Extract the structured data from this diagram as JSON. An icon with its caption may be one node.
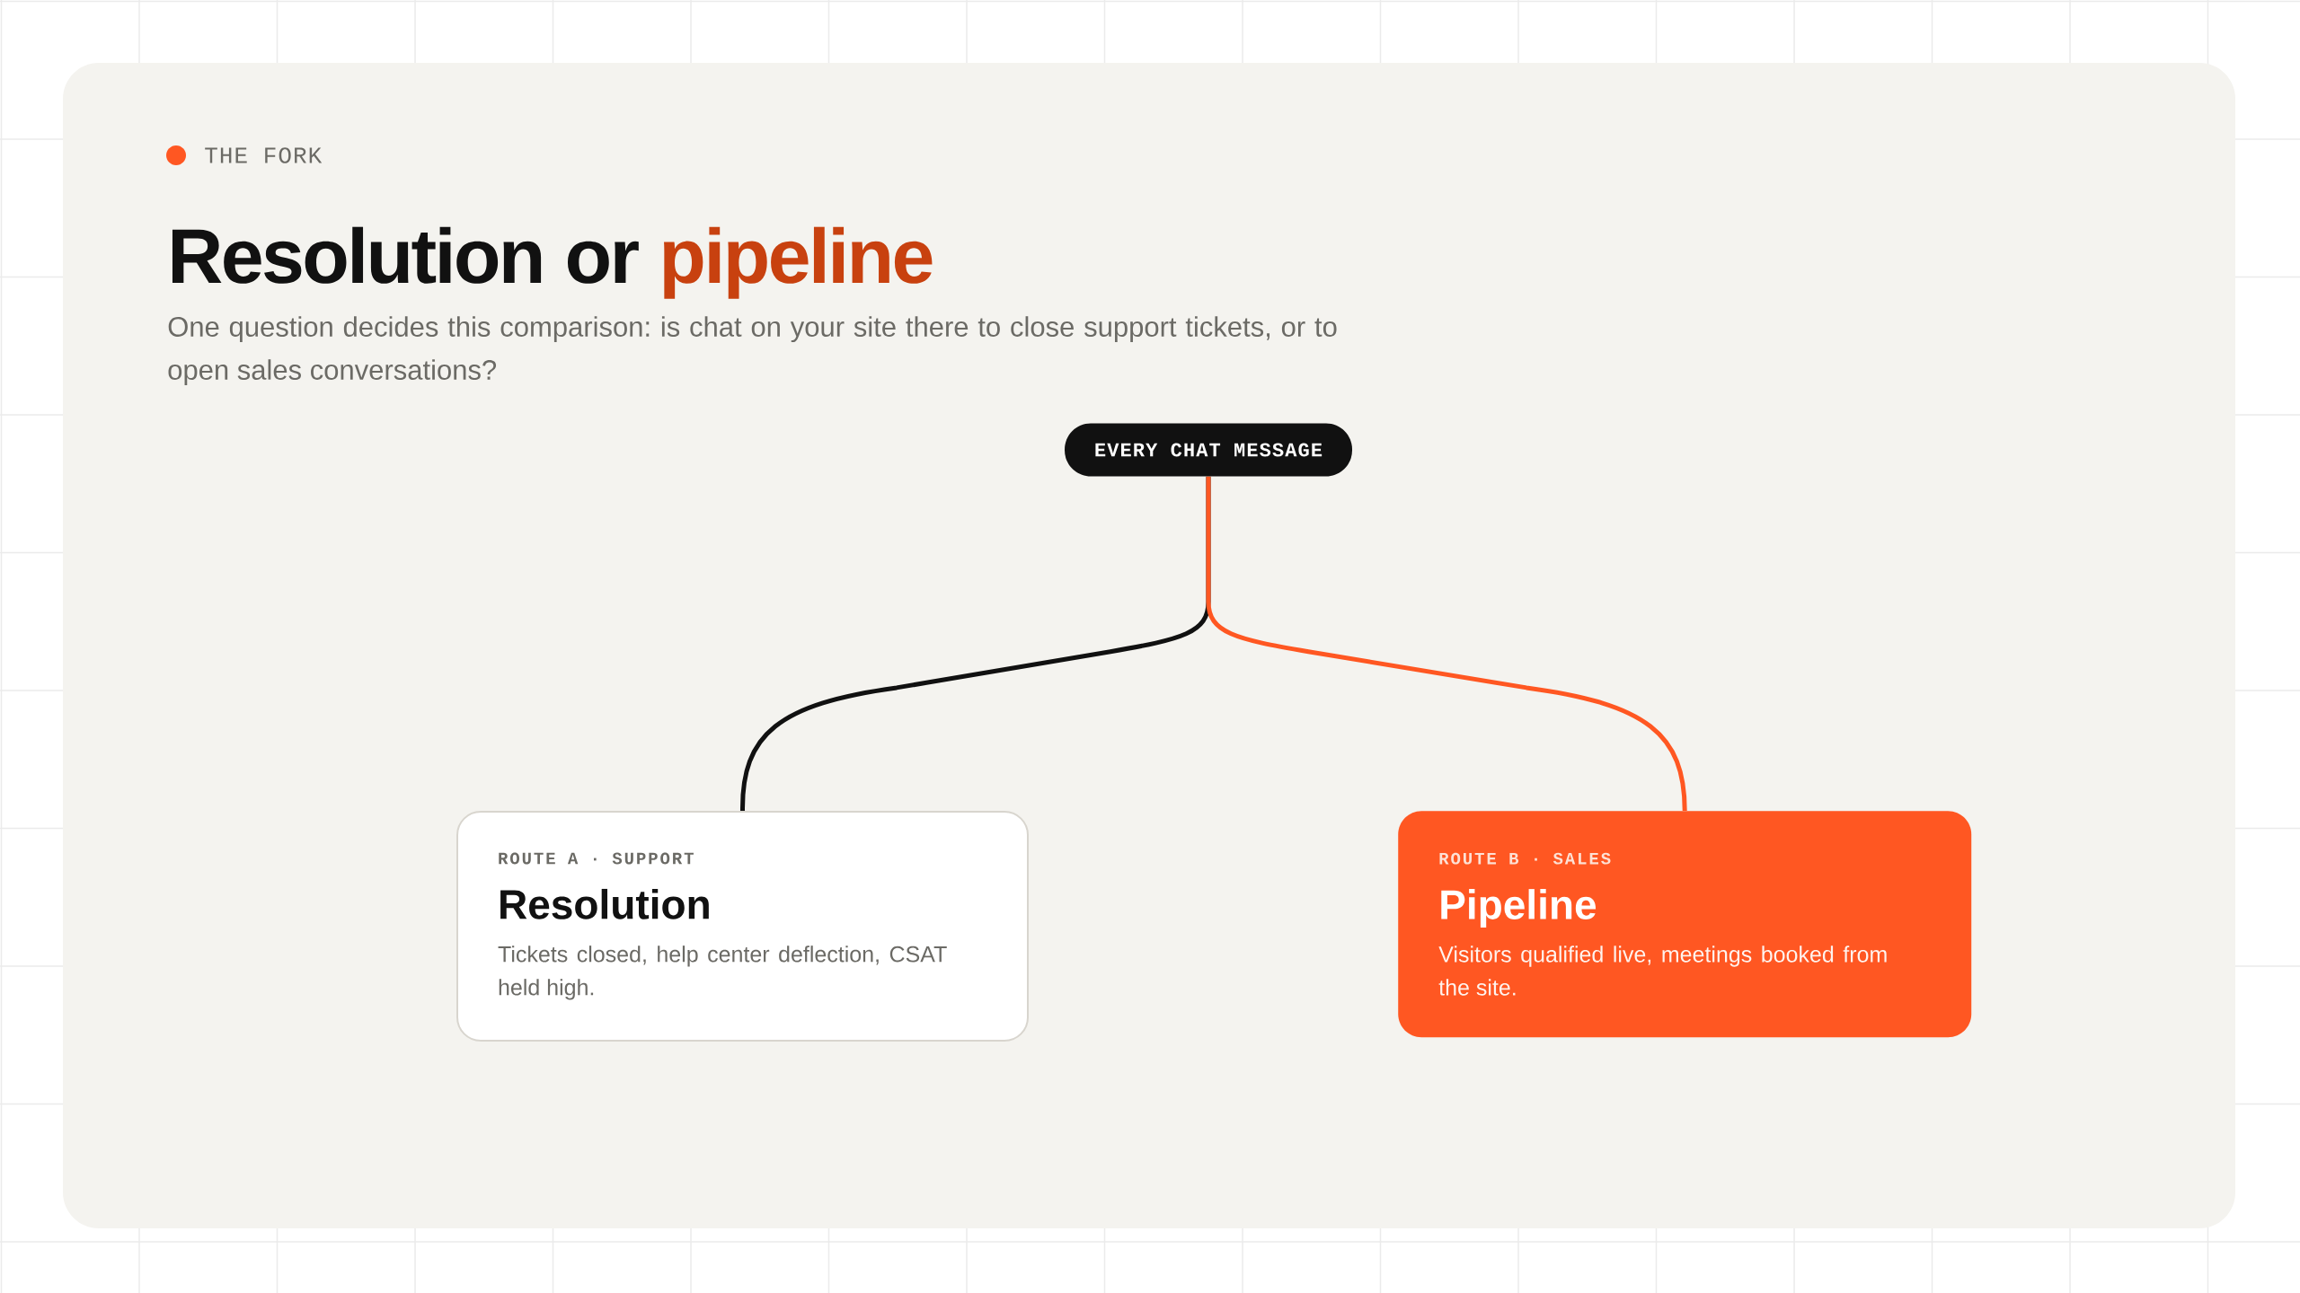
{
  "diagram": {
    "title": "Resolution or pipeline",
    "nodes": [
      {
        "text": [
          "EVERY CHAT MESSAGE"
        ]
      },
      {
        "text": [
          "ROUTE A · SUPPORT",
          "Resolution",
          "Tickets closed, help center deflection, CSAT held high."
        ]
      },
      {
        "text": [
          "ROUTE B · SALES",
          "Pipeline",
          "Visitors qualified live, meetings booked from the site."
        ]
      }
    ],
    "edges": [
      {
        "from": 0,
        "to": 1,
        "arrow": "none",
        "color": "#111111"
      },
      {
        "from": 0,
        "to": 2,
        "arrow": "none",
        "color": "#ff5722"
      }
    ],
    "labels": [
      "THE FORK",
      "One question decides this comparison: is chat on your site there to close support tickets, or to open sales conversations?"
    ]
  }
}
